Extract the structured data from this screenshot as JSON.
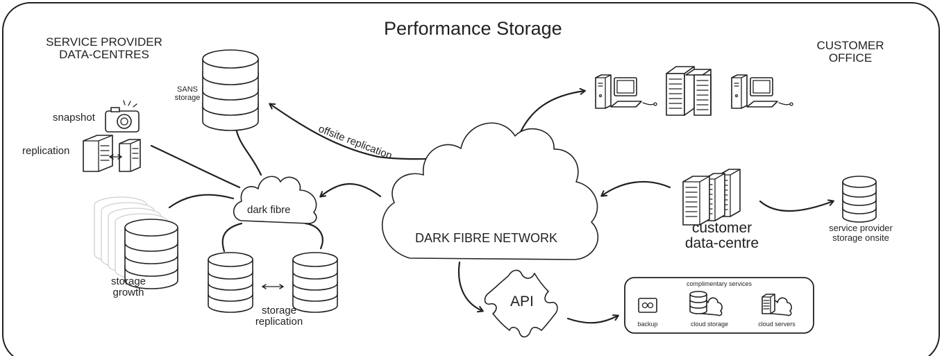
{
  "title": "Performance Storage",
  "left_section": {
    "heading_line1": "SERVICE PROVIDER",
    "heading_line2": "DATA-CENTRES",
    "sans_line1": "SANS",
    "sans_line2": "storage",
    "snapshot": "snapshot",
    "replication": "replication",
    "dark_fibre": "dark fibre",
    "storage_growth_line1": "storage",
    "storage_growth_line2": "growth",
    "storage_replication_line1": "storage",
    "storage_replication_line2": "replication"
  },
  "right_section": {
    "heading_line1": "CUSTOMER",
    "heading_line2": "OFFICE",
    "customer_dc_line1": "customer",
    "customer_dc_line2": "data-centre",
    "sp_storage_line1": "service provider",
    "sp_storage_line2": "storage onsite"
  },
  "network": {
    "label": "DARK FIBRE NETWORK",
    "offsite_replication": "offsite replication",
    "api": "API"
  },
  "services": {
    "title": "complimentary services",
    "items": [
      {
        "label": "backup",
        "icon": "tape-icon"
      },
      {
        "label": "cloud storage",
        "icon": "cloud-storage-icon"
      },
      {
        "label": "cloud servers",
        "icon": "cloud-server-icon"
      }
    ]
  }
}
